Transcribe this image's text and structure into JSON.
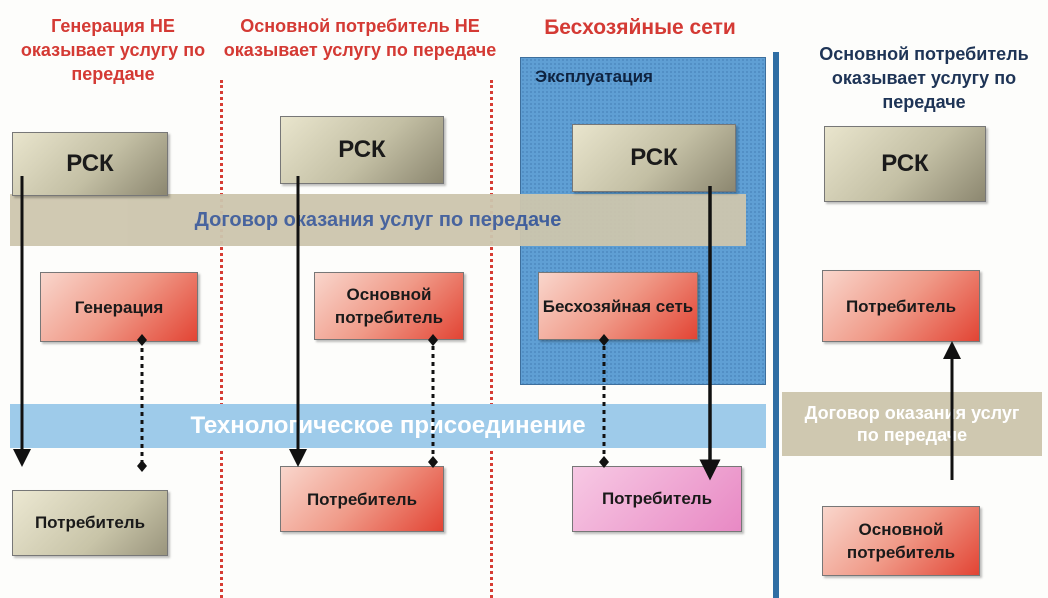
{
  "headers": {
    "col1": "Генерация НЕ оказывает услугу по передаче",
    "col2": "Основной потребитель НЕ оказывает услугу по передаче",
    "col3": "Бесхозяйные сети",
    "col4": "Основной потребитель оказывает услугу по передаче"
  },
  "exploitation_label": "Эксплуатация",
  "bands": {
    "service_contract": "Договор оказания услуг по передаче",
    "tech_connection": "Технологическое присоединение",
    "service_contract_right": "Договор оказания услуг по передаче"
  },
  "boxes": {
    "rsk_1": "РСК",
    "rsk_2": "РСК",
    "rsk_3": "РСК",
    "rsk_4": "РСК",
    "generation": "Генерация",
    "main_consumer_2": "Основной потребитель",
    "ownerless_network": "Бесхозяйная сеть",
    "consumer_4_top": "Потребитель",
    "consumer_1": "Потребитель",
    "consumer_2": "Потребитель",
    "consumer_3": "Потребитель",
    "main_consumer_4": "Основной потребитель"
  },
  "colors": {
    "header_red": "#d43a34",
    "header_dark": "#1e3456",
    "divider_red": "#d63c33",
    "divider_blue": "#2f6ea4",
    "band_beige": "#cdc6ae",
    "band_blue": "#9ecbea",
    "exploitation_bg": "#5f9fd4"
  }
}
